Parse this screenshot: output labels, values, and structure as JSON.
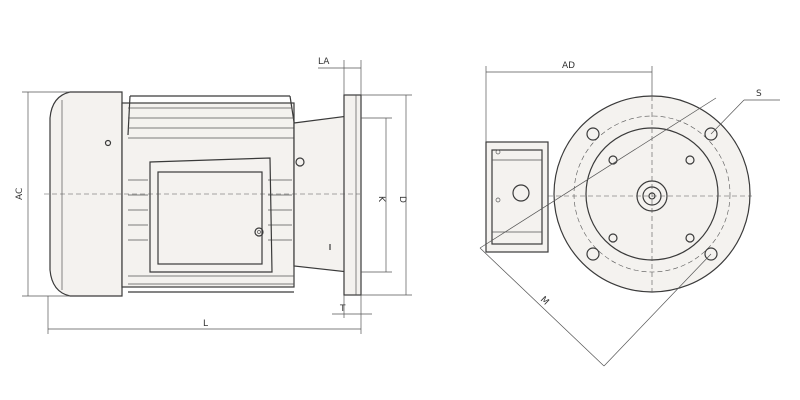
{
  "labels": {
    "LA": "LA",
    "AC": "AC",
    "D": "D",
    "K": "K",
    "T": "T",
    "L": "L",
    "AD": "AD",
    "S": "S",
    "M": "M"
  }
}
